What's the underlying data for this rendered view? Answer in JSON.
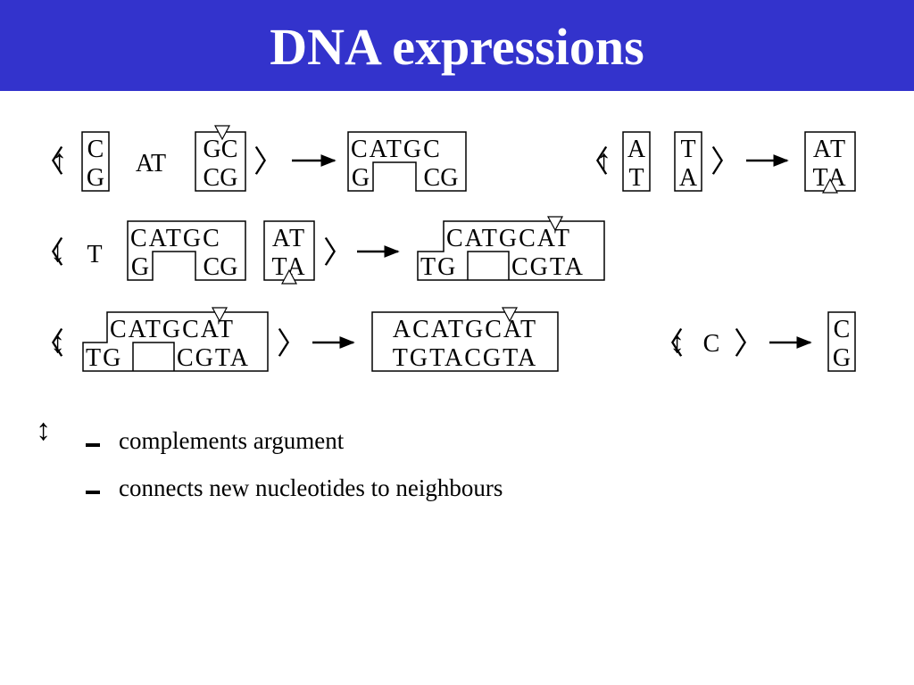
{
  "title": "DNA expressions",
  "colors": {
    "title_bar": "#3333cc",
    "title_text": "#ffffff",
    "ink": "#000000"
  },
  "symbols": {
    "langle": "〈",
    "rangle": "〉",
    "up": "↑",
    "down": "↓",
    "updown": "↕"
  },
  "row1": {
    "e1": {
      "top_left": "C",
      "bottom_left": "G",
      "single": "AT",
      "top_right": "GC",
      "bottom_right": "CG"
    },
    "r1": {
      "top": "CATGC",
      "bottom_left": "G",
      "bottom_right": "CG"
    },
    "e2": {
      "top_left": "A",
      "bottom_left": "T",
      "top_right": "T",
      "bottom_right": "A"
    },
    "r2": {
      "top": "AT",
      "bottom": "TA"
    }
  },
  "row2": {
    "e1": {
      "single": "T",
      "top": "CATGC",
      "bottom_left": "G",
      "bottom_right": "CG",
      "top_b": "AT",
      "bottom_b": "TA"
    },
    "r1": {
      "top": "CATGCAT",
      "bottom_left": "TG",
      "bottom_right": "CGTA"
    }
  },
  "row3": {
    "e1": {
      "top": "CATGCAT",
      "bottom_left": "TG",
      "bottom_right": "CGTA"
    },
    "r1": {
      "top": "ACATGCAT",
      "bottom": "TGTACGTA"
    },
    "e2": {
      "single": "C"
    },
    "r2": {
      "top": "C",
      "bottom": "G"
    }
  },
  "legend": {
    "symbol": "↕",
    "items": [
      {
        "dash": "–",
        "text": "complements argument"
      },
      {
        "dash": "–",
        "text": "connects new nucleotides to neighbours"
      }
    ]
  }
}
